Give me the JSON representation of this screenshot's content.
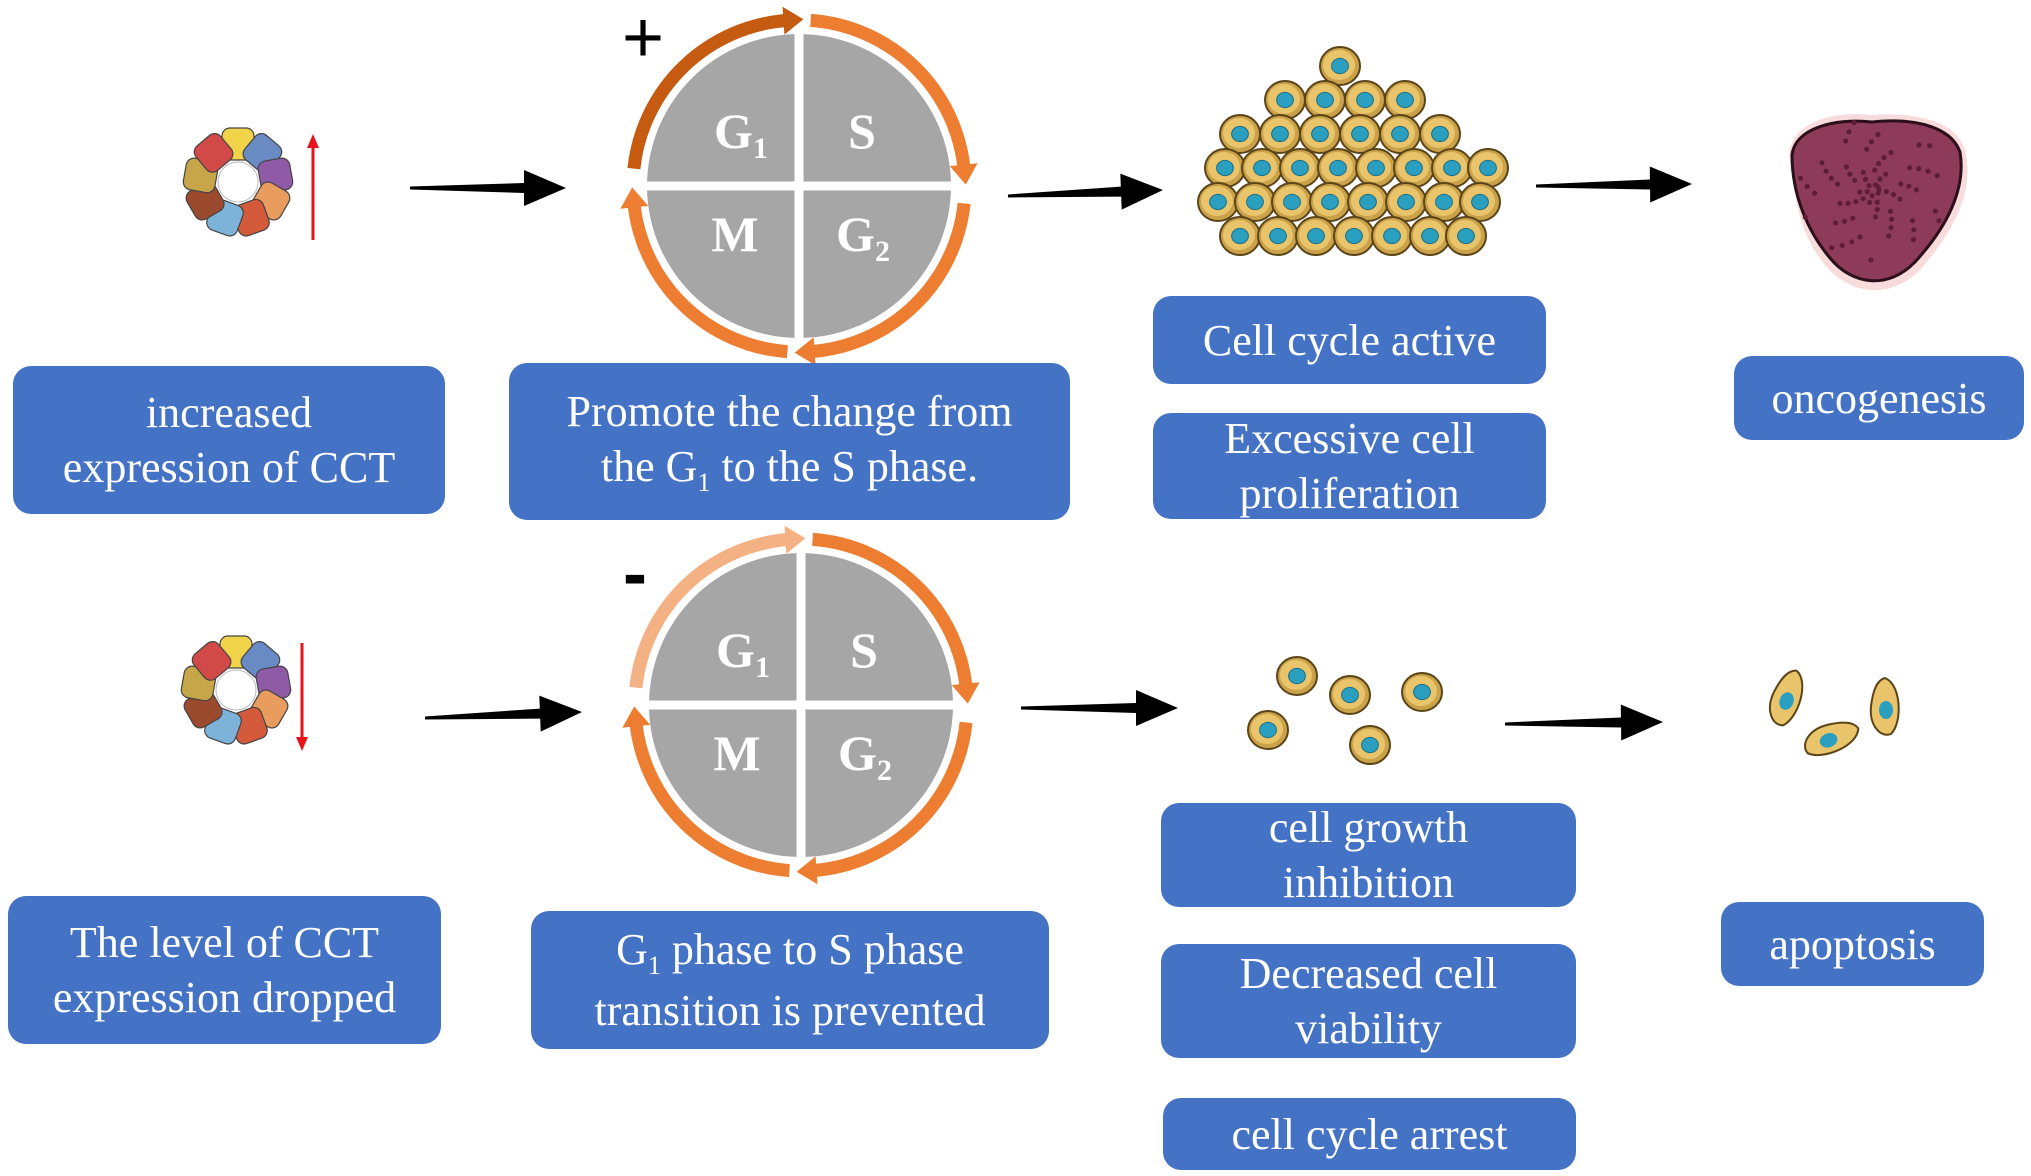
{
  "colors": {
    "box_fill": "#4472c4",
    "box_text": "#ffffff",
    "arrow": "#000000",
    "cycle_quadrant": "#a6a6a6",
    "cycle_arc": "#ed7d31",
    "cycle_arc_dark": "#c55a11",
    "cycle_arc_light": "#f4b183",
    "up_down_arrow": "#e8141b",
    "tumor": "#8e3a59",
    "cell_outer": "#e9c46a",
    "cell_nucleus": "#2a9fbf"
  },
  "phases": {
    "g": "G",
    "sub1": "1",
    "sub2": "2",
    "s": "S",
    "m": "M"
  },
  "top_row": {
    "sign": "+",
    "indicator": "increased (red up arrow)",
    "cause_box": [
      "increased",
      "expression of CCT"
    ],
    "effect_box_line1": "Promote the change from",
    "effect_box_line2": {
      "pre": "the G",
      "sub": "1",
      "post": " to the S phase."
    },
    "outcome_boxes": [
      [
        "Cell cycle active"
      ],
      [
        "Excessive cell",
        "proliferation"
      ]
    ],
    "final_box": [
      "oncogenesis"
    ]
  },
  "bottom_row": {
    "sign": "-",
    "indicator": "decreased (red down arrow)",
    "cause_box": [
      "The level of CCT",
      "expression dropped"
    ],
    "effect_box_line1": {
      "pre": "G",
      "sub": "1",
      "post": " phase to S phase"
    },
    "effect_box_line2": "transition is prevented",
    "outcome_boxes": [
      [
        "cell growth",
        "inhibition"
      ],
      [
        "Decreased cell",
        "viability"
      ],
      [
        "cell cycle arrest"
      ]
    ],
    "final_box": [
      "apoptosis"
    ]
  }
}
